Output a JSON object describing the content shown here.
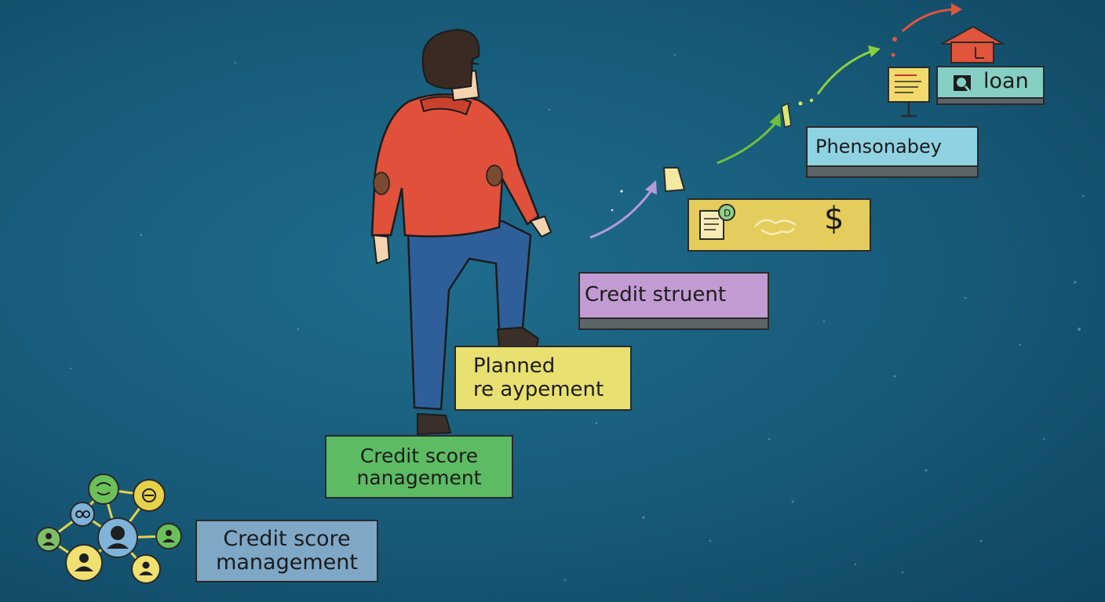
{
  "steps": [
    {
      "line1": "Credit score",
      "line2": "management"
    },
    {
      "line1": "Credit score",
      "line2": "nanagement"
    },
    {
      "line1": "Planned",
      "line2": "re aypement"
    },
    {
      "line1": "Credit struent"
    },
    {
      "line1": ""
    },
    {
      "line1": "Phensonabey"
    },
    {
      "line1": "loan"
    }
  ],
  "icons": {
    "dollar_symbol": "$"
  },
  "colors": {
    "background": "#175a78",
    "jacket": "#e0503a",
    "pants": "#2f5f9a",
    "hair": "#3a2a24",
    "house": "#e0553b"
  }
}
